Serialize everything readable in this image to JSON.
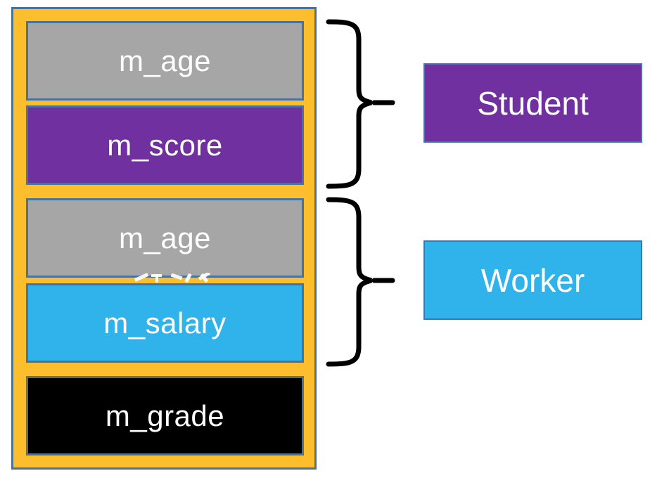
{
  "colors": {
    "container_fill": "#FCBE2D",
    "border_blue": "#4673A0",
    "field_gray": "#A6A6A6",
    "field_purple": "#7030A0",
    "field_sky_blue": "#2FB3EA",
    "field_black": "#000000",
    "brace_black": "#000000",
    "label_text": "#FFFFFF"
  },
  "memory": {
    "fields": [
      {
        "label": "m_age",
        "fill": "gray"
      },
      {
        "label": "m_score",
        "fill": "purple"
      },
      {
        "label": "m_age",
        "fill": "gray"
      },
      {
        "label": "m_salary",
        "fill": "sky_blue"
      },
      {
        "label": "m_grade",
        "fill": "black"
      }
    ]
  },
  "classes": [
    {
      "label": "Student",
      "fill": "purple",
      "grouped_fields": [
        "m_age",
        "m_score"
      ]
    },
    {
      "label": "Worker",
      "fill": "sky_blue",
      "grouped_fields": [
        "m_age",
        "m_salary"
      ]
    }
  ],
  "decorations": {
    "watermark_note": "partially obscured white glyph strokes visible in the gap between the second m_age box and the m_salary box"
  }
}
